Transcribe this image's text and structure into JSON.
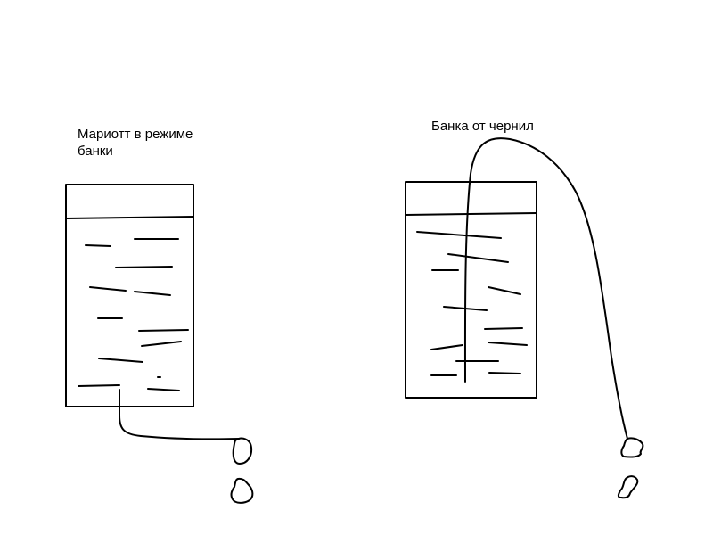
{
  "diagram": {
    "left": {
      "caption_line1": "Мариотт в режиме",
      "caption_line2": "банки"
    },
    "right": {
      "caption": "Банка от чернил"
    },
    "colors": {
      "ink": "#000000",
      "background": "#ffffff"
    }
  }
}
